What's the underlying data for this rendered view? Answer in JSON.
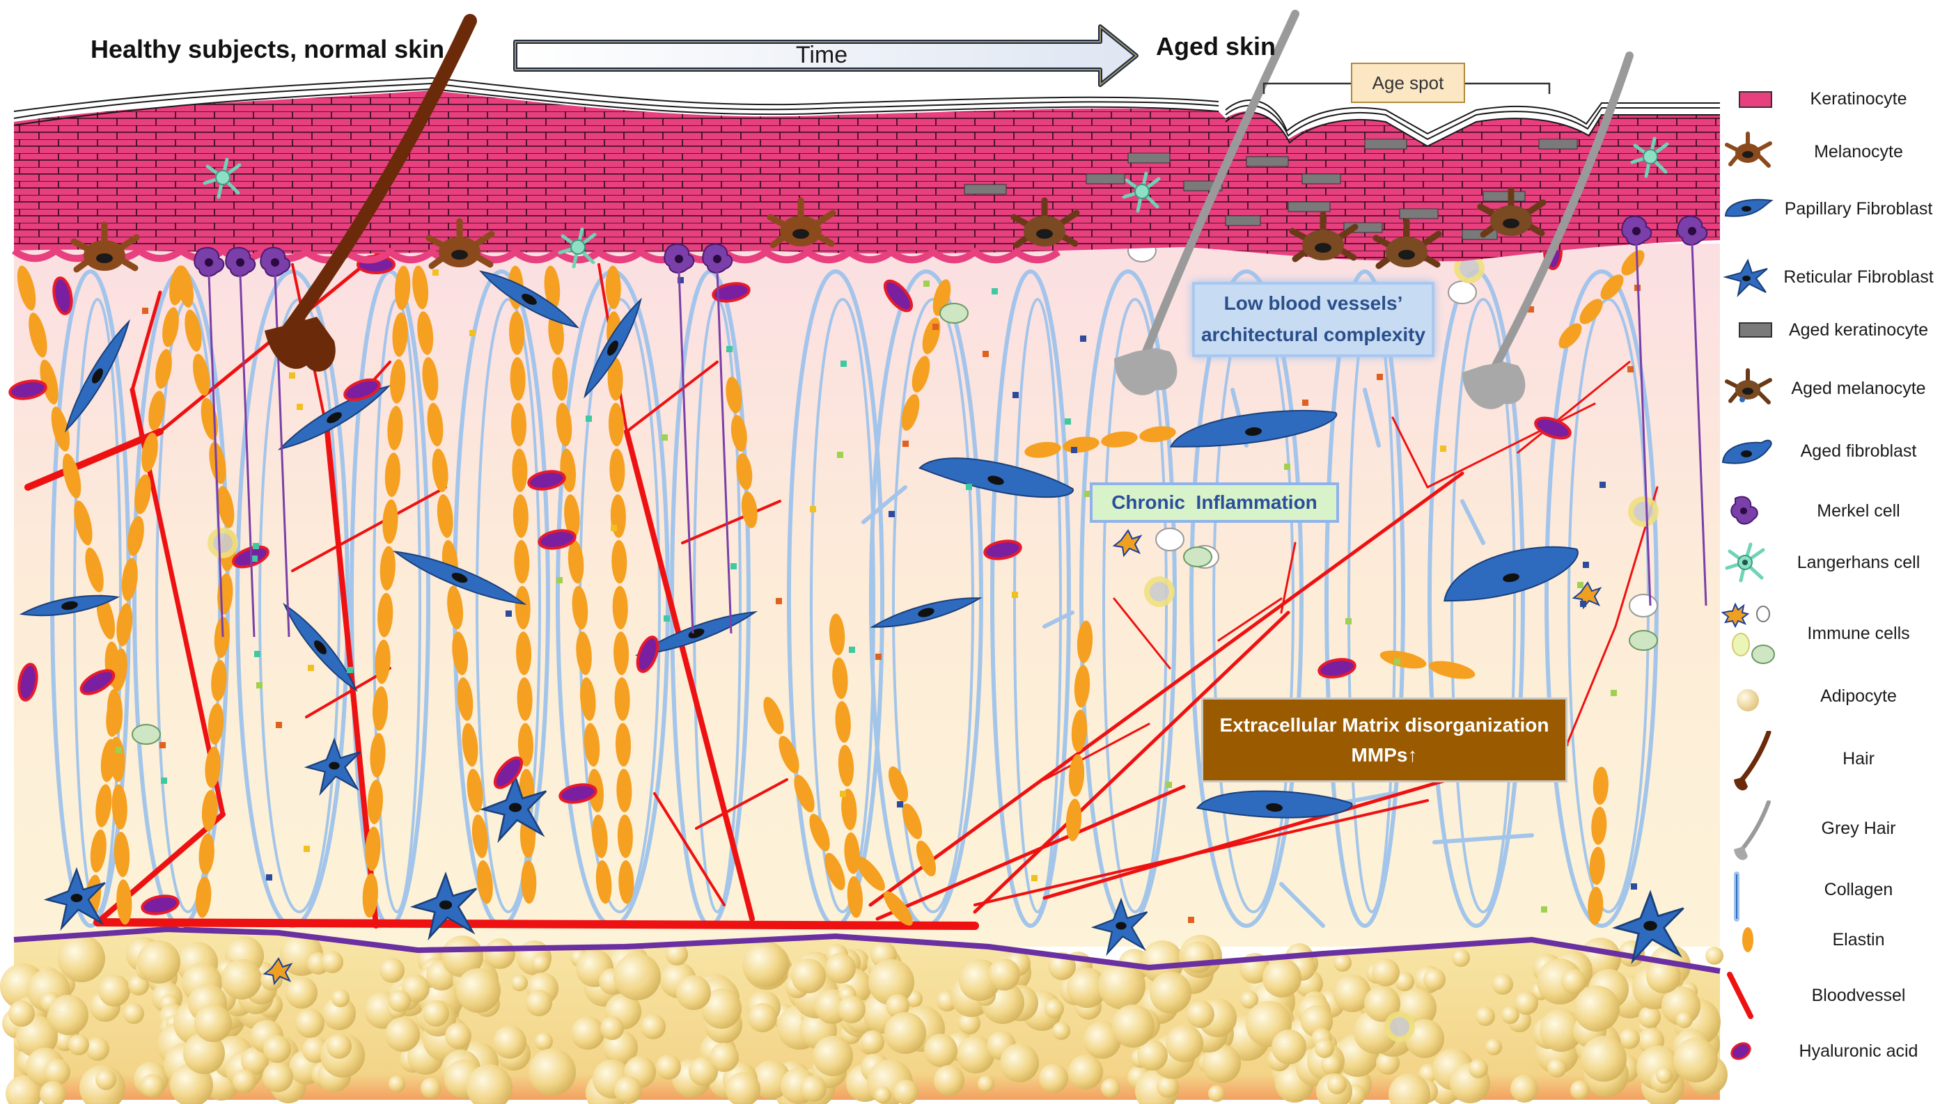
{
  "header": {
    "left_title": "Healthy subjects, normal skin",
    "arrow_label": "Time",
    "right_title": "Aged skin",
    "age_spot": "Age spot"
  },
  "annotations": {
    "low_blood_vessels": "Low blood vessels’ architectural complexity",
    "chronic_inflammation": "Chronic  Inflammation",
    "ecm_line1": "Extracellular Matrix disorganization",
    "ecm_line2": "MMPs↑"
  },
  "legend": [
    {
      "icon": "keratinocyte-icon",
      "label": "Keratinocyte"
    },
    {
      "icon": "melanocyte-icon",
      "label": "Melanocyte"
    },
    {
      "icon": "papillary-fibroblast-icon",
      "label": "Papillary Fibroblast"
    },
    {
      "icon": "reticular-fibroblast-icon",
      "label": "Reticular Fibroblast"
    },
    {
      "icon": "aged-keratinocyte-icon",
      "label": "Aged keratinocyte"
    },
    {
      "icon": "aged-melanocyte-icon",
      "label": "Aged melanocyte"
    },
    {
      "icon": "aged-fibroblast-icon",
      "label": "Aged fibroblast"
    },
    {
      "icon": "merkel-cell-icon",
      "label": "Merkel cell"
    },
    {
      "icon": "langerhans-cell-icon",
      "label": "Langerhans cell"
    },
    {
      "icon": "immune-cells-icon",
      "label": "Immune cells"
    },
    {
      "icon": "adipocyte-icon",
      "label": "Adipocyte"
    },
    {
      "icon": "hair-icon",
      "label": "Hair"
    },
    {
      "icon": "grey-hair-icon",
      "label": "Grey Hair"
    },
    {
      "icon": "collagen-icon",
      "label": "Collagen"
    },
    {
      "icon": "elastin-icon",
      "label": "Elastin"
    },
    {
      "icon": "blood-vessel-icon",
      "label": "Bloodvessel"
    },
    {
      "icon": "hyaluronic-acid-icon",
      "label": "Hyaluronic acid"
    }
  ],
  "colors": {
    "keratinocyte": "#e83f7e",
    "aged_keratinocyte": "#7a7a7a",
    "melanocyte": "#8b4a1c",
    "fibroblast": "#2e6bbf",
    "elastin": "#f5a020",
    "blood_vessel": "#ee1111",
    "collagen": "#9fc3ec",
    "hyaluronic_acid": "#7a1fa0",
    "adipocyte": "#f3dc8c",
    "ecm_box": "#9a5a00",
    "basement_membrane": "#6a2fa0"
  }
}
